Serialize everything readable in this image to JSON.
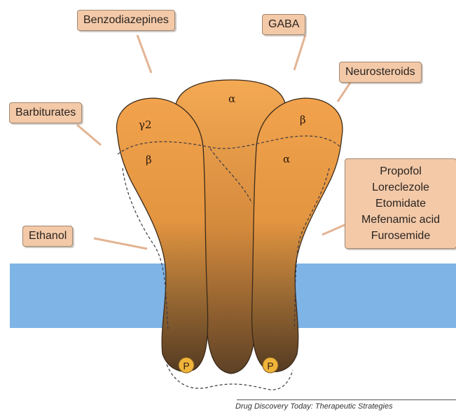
{
  "labels": {
    "benzodiazepines": "Benzodiazepines",
    "gaba": "GABA",
    "neurosteroids": "Neurosteroids",
    "barbiturates": "Barbiturates",
    "ethanol": "Ethanol",
    "drug_list": [
      "Propofol",
      "Loreclezole",
      "Etomidate",
      "Mefenamic acid",
      "Furosemide"
    ]
  },
  "subunits": {
    "top_alpha": "α",
    "gamma2": "γ2",
    "left_beta": "β",
    "right_beta": "β",
    "right_alpha": "α"
  },
  "phospho_left": "P",
  "phospho_right": "P",
  "caption": "Drug Discovery Today: Therapeutic Strategies",
  "colors": {
    "membrane": "#7fb4e6",
    "subunit_top": "#f2a24c",
    "subunit_bottom": "#5a3f25",
    "label_fill": "#f3c9a8",
    "phospho": "#f0b43a"
  }
}
